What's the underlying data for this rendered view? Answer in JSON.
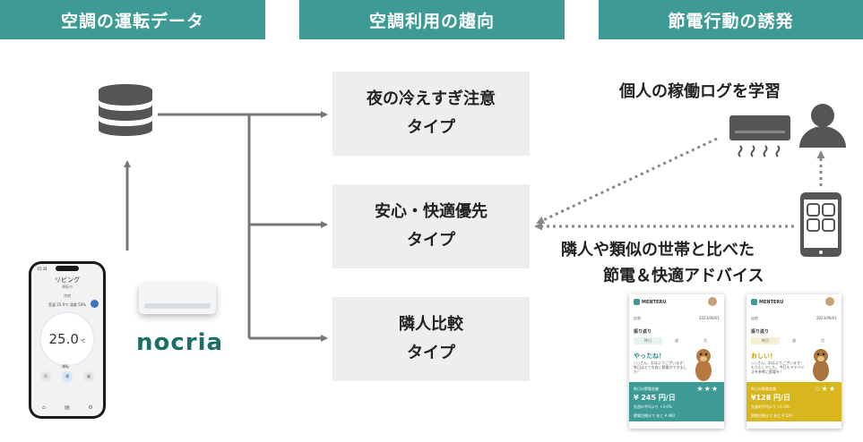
{
  "headers": [
    "空調の運転データ",
    "空調利用の趨向",
    "節電行動の誘発"
  ],
  "types": [
    {
      "line1": "夜の冷えすぎ注意",
      "line2": "タイプ"
    },
    {
      "line1": "安心・快適優先",
      "line2": "タイプ"
    },
    {
      "line1": "隣人比較",
      "line2": "タイプ"
    }
  ],
  "labels": {
    "learn": "個人の稼働ログを学習",
    "advice_line1": "隣人や類似の世帯と比べた",
    "advice_line2": "節電＆快適アドバイス"
  },
  "brand": "nocria",
  "phone": {
    "status_time": "15:34",
    "room": "リビング",
    "sub": "運転中",
    "mode": "冷房",
    "info": "室温 25.0℃ 湿度 50%",
    "temp": "25.0",
    "unit": "℃",
    "ctrl_label": "運転",
    "buttons": [
      "冷",
      "運",
      "風"
    ]
  },
  "cards": [
    {
      "app": "MENTERU",
      "loc": "自宅",
      "date": "2023/09/01",
      "title": "振り返り",
      "tabs": [
        "昨日",
        "週",
        "月"
      ],
      "message": "やったね！",
      "body": "○○さん、おはようございます！昨日はとても良い節電ができました！",
      "band_label": "昨日の節電金額",
      "amount": "¥ 245 円/日",
      "stars": "★★★",
      "note": "先週の平均より +3.0%",
      "foot": "節電目標まで あと ¥ 480",
      "band_color": "#3d9a94",
      "msg_color": "#2f8f88"
    },
    {
      "app": "MENTERU",
      "loc": "自宅",
      "date": "2023/09/01",
      "title": "振り返り",
      "tabs": [
        "昨日",
        "週",
        "月"
      ],
      "message": "おしい！",
      "body": "○○さん、おはようございます！もう少しでした。今日もアドバイスを参考に節電を！",
      "band_label": "昨日の節電金額",
      "amount": "¥128 円/日",
      "stars": "☆★★",
      "note": "先週の平均より +1.0%",
      "foot": "節電目標まで あと ¥ 520",
      "band_color": "#d8b61d",
      "msg_color": "#c9a100"
    }
  ],
  "colors": {
    "header": "#3d9a94",
    "box": "#eeeeee",
    "arrow": "#777777",
    "dotted": "#888888"
  }
}
